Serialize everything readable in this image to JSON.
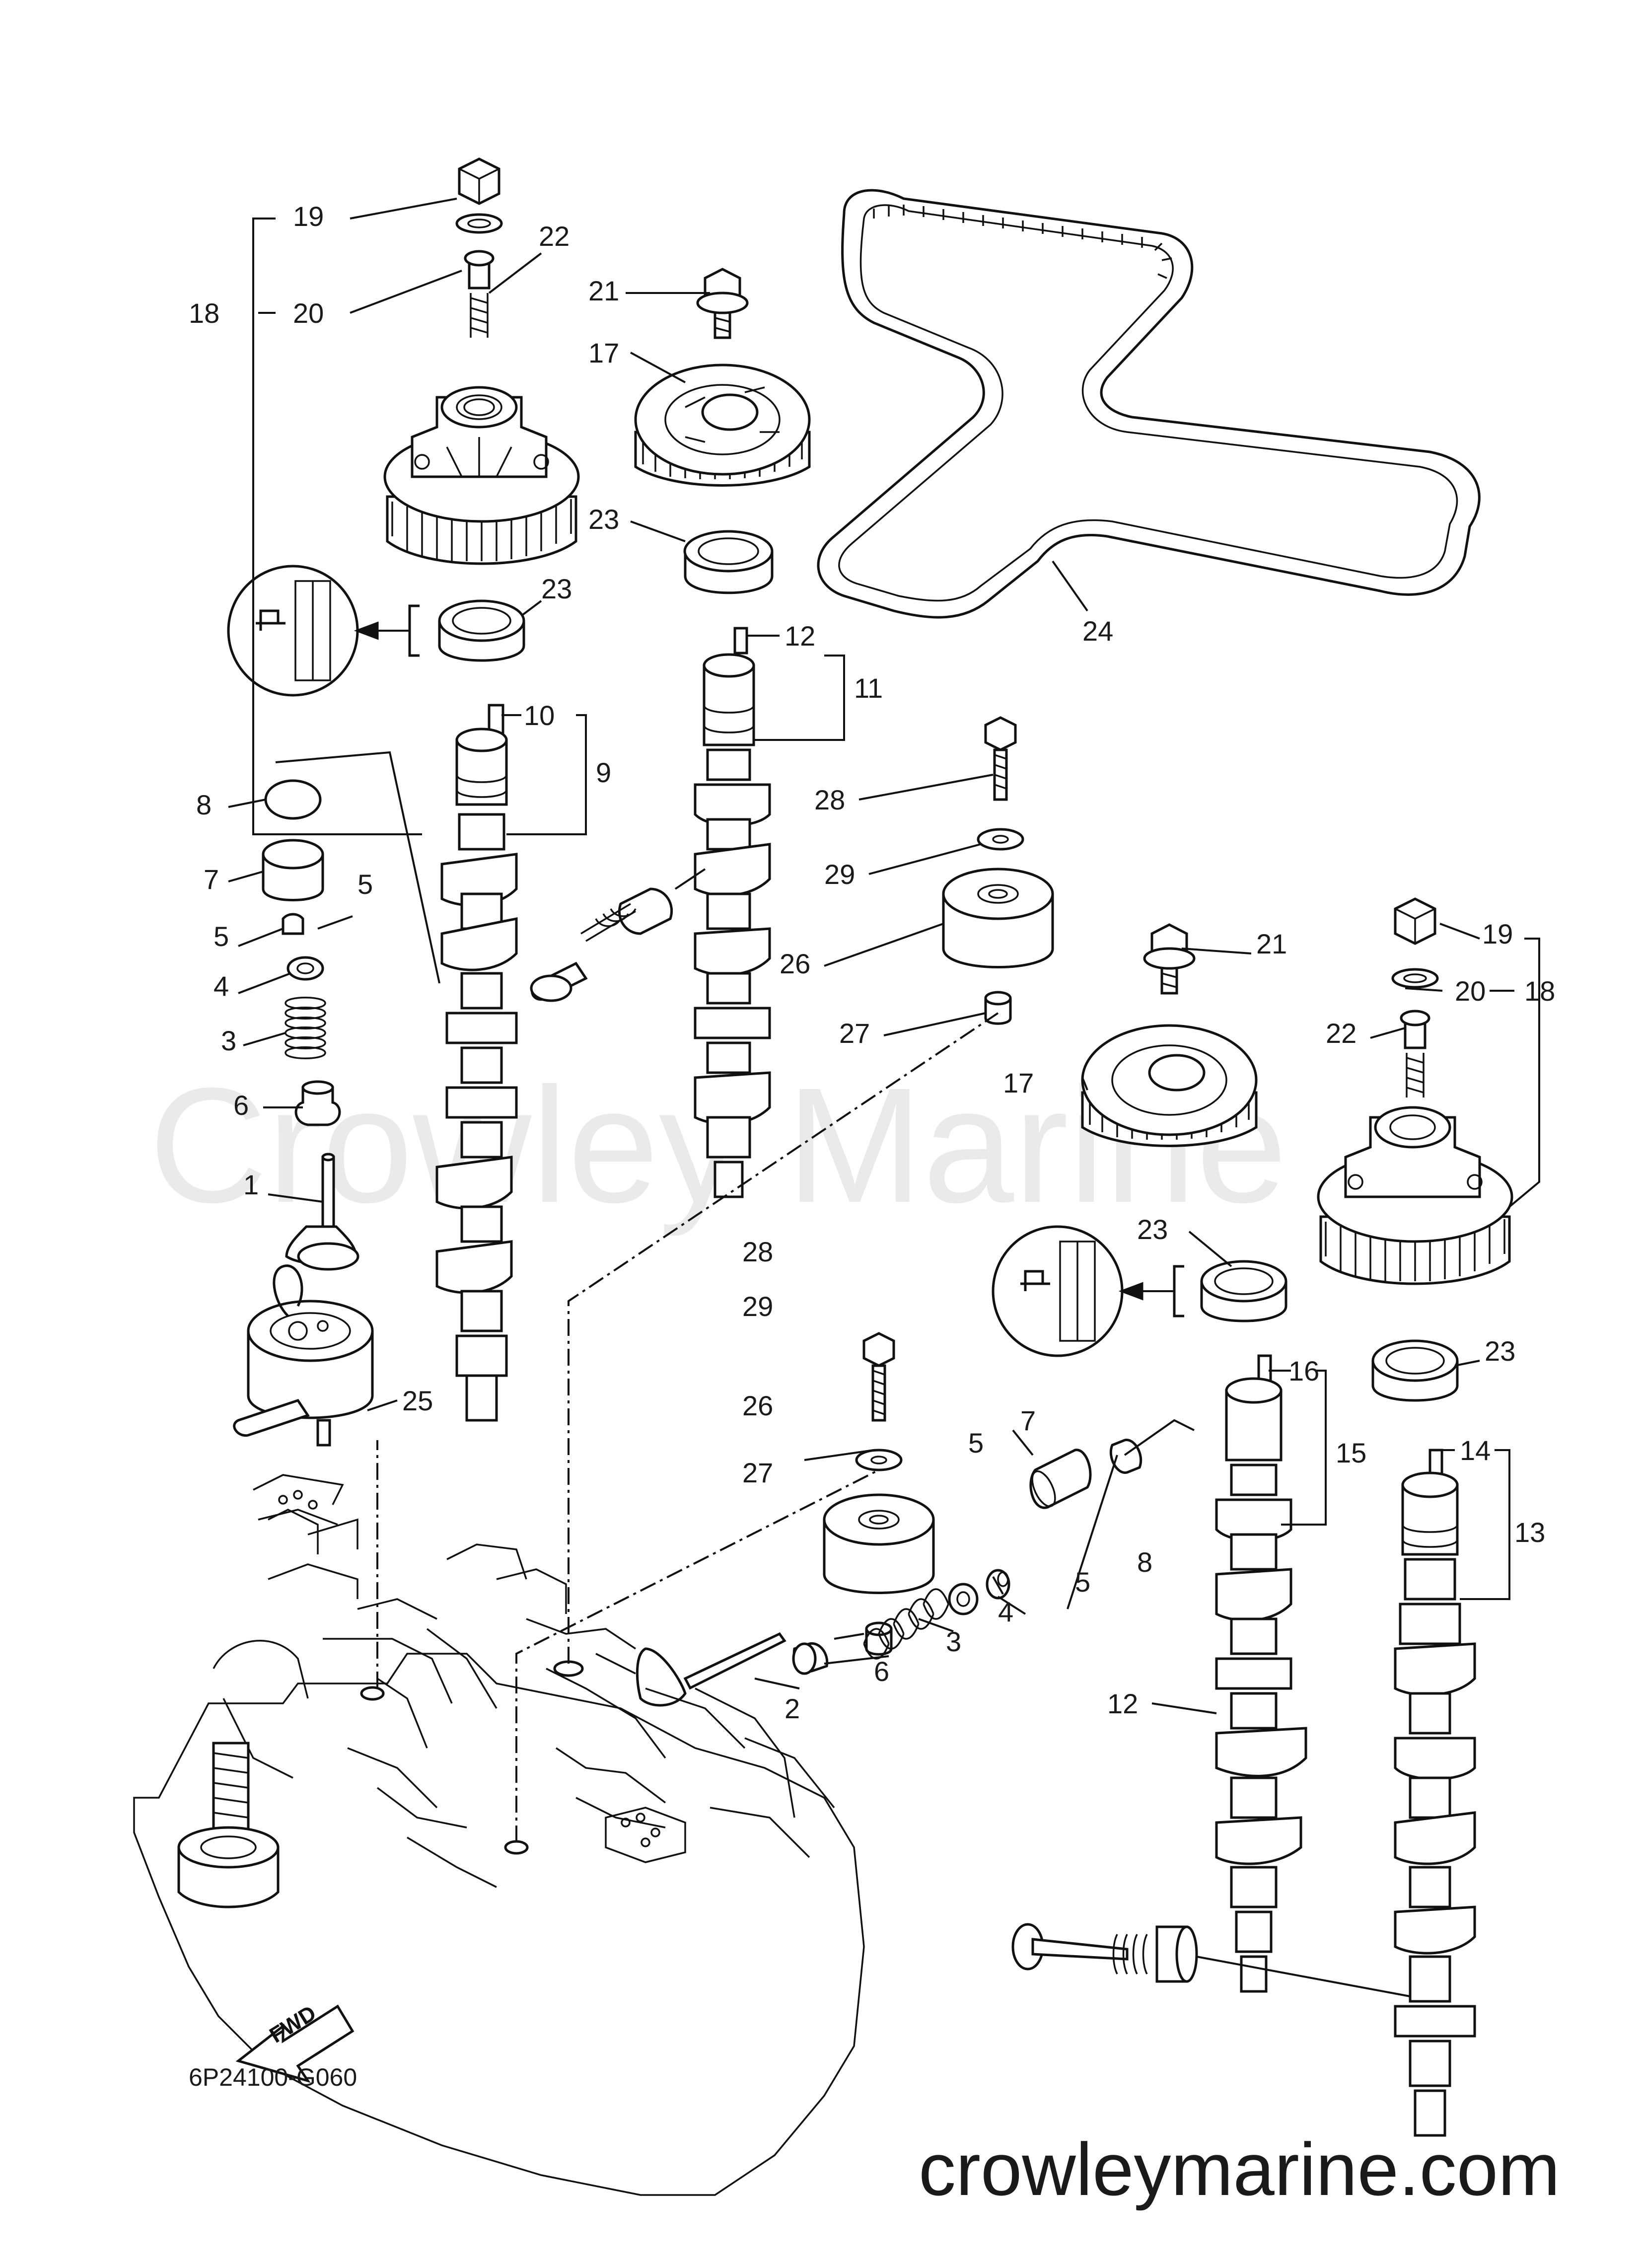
{
  "diagram_code": "6P24100-G060",
  "watermark": "Crowley Marine",
  "site": "crowleymarine.com",
  "fwd_label": "FWD",
  "callouts": {
    "c19a": "19",
    "c22a": "22",
    "c18a": "18",
    "c20a": "20",
    "c21a": "21",
    "c17a": "17",
    "c23a": "23",
    "c23b": "23",
    "c24": "24",
    "c12a": "12",
    "c11": "11",
    "c10": "10",
    "c9": "9",
    "c8a": "8",
    "c7a": "7",
    "c5a": "5",
    "c5b": "5",
    "c4a": "4",
    "c3a": "3",
    "c6a": "6",
    "c1": "1",
    "c28a": "28",
    "c29a": "29",
    "c26a": "26",
    "c27a": "27",
    "c21b": "21",
    "c19b": "19",
    "c20b": "20",
    "c18b": "18",
    "c22b": "22",
    "c17b": "17",
    "c23c": "23",
    "c16": "16",
    "c23d": "23",
    "c28b": "28",
    "c29b": "29",
    "c26b": "26",
    "c27b": "27",
    "c25": "25",
    "c7b": "7",
    "c5c": "5",
    "c15": "15",
    "c14": "14",
    "c13": "13",
    "c4b": "4",
    "c5d": "5",
    "c8b": "8",
    "c3b": "3",
    "c6b": "6",
    "c2": "2",
    "c12b": "12"
  }
}
